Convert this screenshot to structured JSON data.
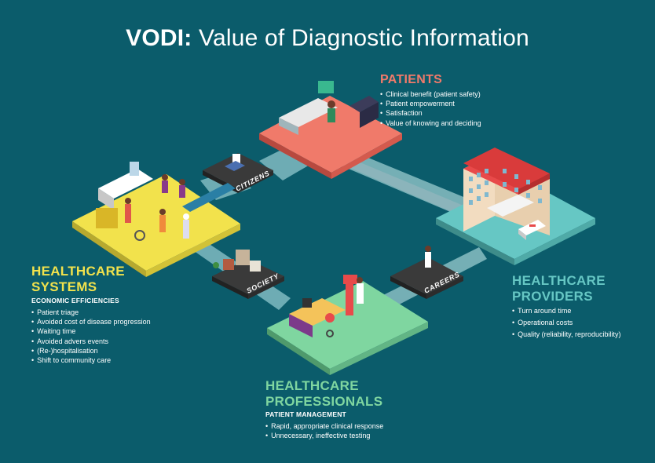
{
  "title": {
    "bold": "VODI:",
    "rest": " Value of Diagnostic Information"
  },
  "colors": {
    "background": "#0b5c6b",
    "patients": "#f07a6a",
    "systems": "#f2e24c",
    "providers": "#66c7c4",
    "professionals": "#7fd6a0"
  },
  "patients": {
    "heading": "PATIENTS",
    "items": [
      "Clinical benefit (patient safety)",
      "Patient empowerment",
      "Satisfaction",
      "Value of knowing and deciding"
    ]
  },
  "systems": {
    "heading": "HEALTHCARE\nSYSTEMS",
    "subheading": "ECONOMIC EFFICIENCIES",
    "items": [
      "Patient triage",
      "Avoided cost of disease progression",
      "Waiting time",
      "Avoided advers events",
      "(Re-)hospitalisation",
      "Shift to community care"
    ]
  },
  "providers": {
    "heading": "HEALTHCARE\nPROVIDERS",
    "items": [
      "Turn around time",
      "Operational costs",
      "Quality (reliability, reproducibility)"
    ]
  },
  "professionals": {
    "heading": "HEALTHCARE\nPROFESSIONALS",
    "subheading": "PATIENT MANAGEMENT",
    "items": [
      "Rapid, appropriate clinical response",
      "Unnecessary, ineffective testing"
    ]
  },
  "connectors": {
    "citizens": "CITIZENS",
    "society": "SOCIETY",
    "careers": "CAREERS"
  }
}
